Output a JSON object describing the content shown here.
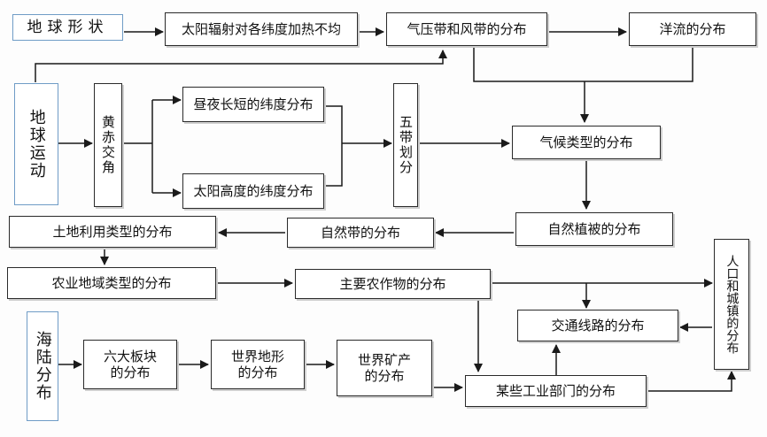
{
  "nodes": {
    "earth_shape": "地球形状",
    "solar_uneven": "太阳辐射对各纬度加热不均",
    "pressure_wind": "气压带和风带的分布",
    "ocean_current": "洋流的分布",
    "earth_motion": "地球运动",
    "obliquity": "黄赤交角",
    "day_length": "昼夜长短的纬度分布",
    "sun_height": "太阳高度的纬度分布",
    "five_zones": "五带划分",
    "climate_types": "气候类型的分布",
    "natural_veg": "自然植被的分布",
    "natural_belt": "自然带的分布",
    "land_use": "土地利用类型的分布",
    "agri_region": "农业地域类型的分布",
    "main_crops": "主要农作物的分布",
    "population_city": "人口和城镇的分布",
    "transport": "交通线路的分布",
    "land_sea": "海陆分布",
    "six_plates": "六大板块\n的分布",
    "world_terrain": "世界地形\n的分布",
    "world_minerals": "世界矿产\n的分布",
    "industry": "某些工业部门的分布"
  }
}
